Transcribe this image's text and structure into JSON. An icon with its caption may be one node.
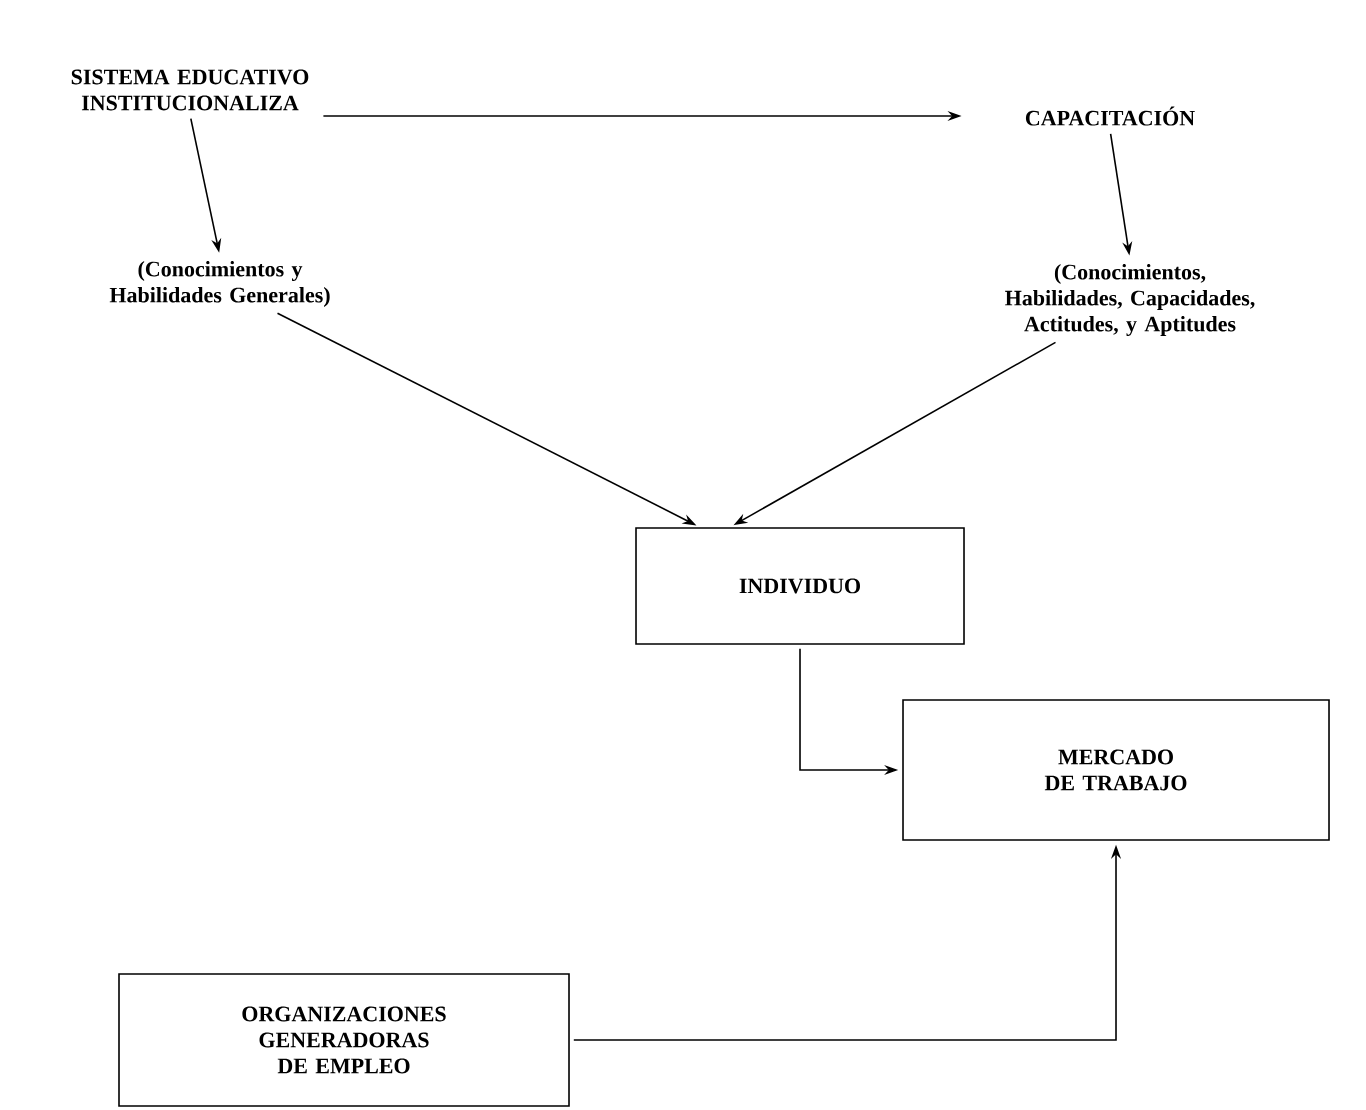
{
  "diagram": {
    "nodes": [
      {
        "text": [
          "SISTEMA EDUCATIVO INSTITUCIONALIZA"
        ]
      },
      {
        "text": [
          "CAPACITACIÓN"
        ]
      },
      {
        "text": [
          "(Conocimientos y Habilidades Generales)"
        ]
      },
      {
        "text": [
          "(Conocimientos, Habilidades, Capacidades, Actitudes, y Aptitudes"
        ]
      },
      {
        "text": [
          "INDIVIDUO"
        ]
      },
      {
        "text": [
          "MERCADO DE TRABAJO"
        ]
      },
      {
        "text": [
          "ORGANIZACIONES GENERADORAS DE EMPLEO"
        ]
      }
    ],
    "edges": [
      {
        "from": 0,
        "to": 1,
        "arrow": "to"
      },
      {
        "from": 0,
        "to": 2,
        "arrow": "to"
      },
      {
        "from": 1,
        "to": 3,
        "arrow": "to"
      },
      {
        "from": 2,
        "to": 4,
        "arrow": "to"
      },
      {
        "from": 3,
        "to": 4,
        "arrow": "to"
      },
      {
        "from": 4,
        "to": 5,
        "arrow": "to"
      },
      {
        "from": 6,
        "to": 5,
        "arrow": "to"
      }
    ]
  }
}
